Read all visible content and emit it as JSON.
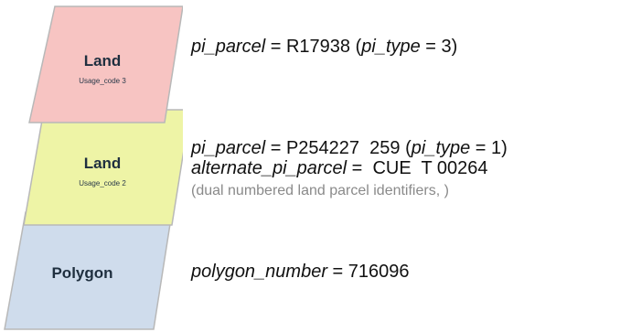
{
  "layers": {
    "top": {
      "label": "Land",
      "sublabel": "Usage_code 3",
      "fill": "#f7c4c2",
      "stroke": "#b8b8b8"
    },
    "middle": {
      "label": "Land",
      "sublabel": "Usage_code 2",
      "fill": "#eef4a6",
      "stroke": "#b8b8b8"
    },
    "bottom": {
      "label": "Polygon",
      "fill": "#cfdcec",
      "stroke": "#b8b8b8"
    }
  },
  "annotations": {
    "top": {
      "field": "pi_parcel",
      "eq": " = ",
      "value": "R17938",
      "paren_open": " (",
      "type_field": "pi_type",
      "type_eq": " = ",
      "type_value": "3",
      "paren_close": ")"
    },
    "middle": {
      "field": "pi_parcel",
      "eq": " = ",
      "value": "P254227  259",
      "paren_open": " (",
      "type_field": "pi_type",
      "type_eq": " = ",
      "type_value": "1",
      "paren_close": ")",
      "alt_field": "alternate_pi_parcel",
      "alt_eq": " = ",
      "alt_value": " CUE  T 00264",
      "note": "(dual numbered land parcel identifiers, )"
    },
    "bottom": {
      "field": "polygon_number",
      "eq": " = ",
      "value": "716096"
    }
  }
}
